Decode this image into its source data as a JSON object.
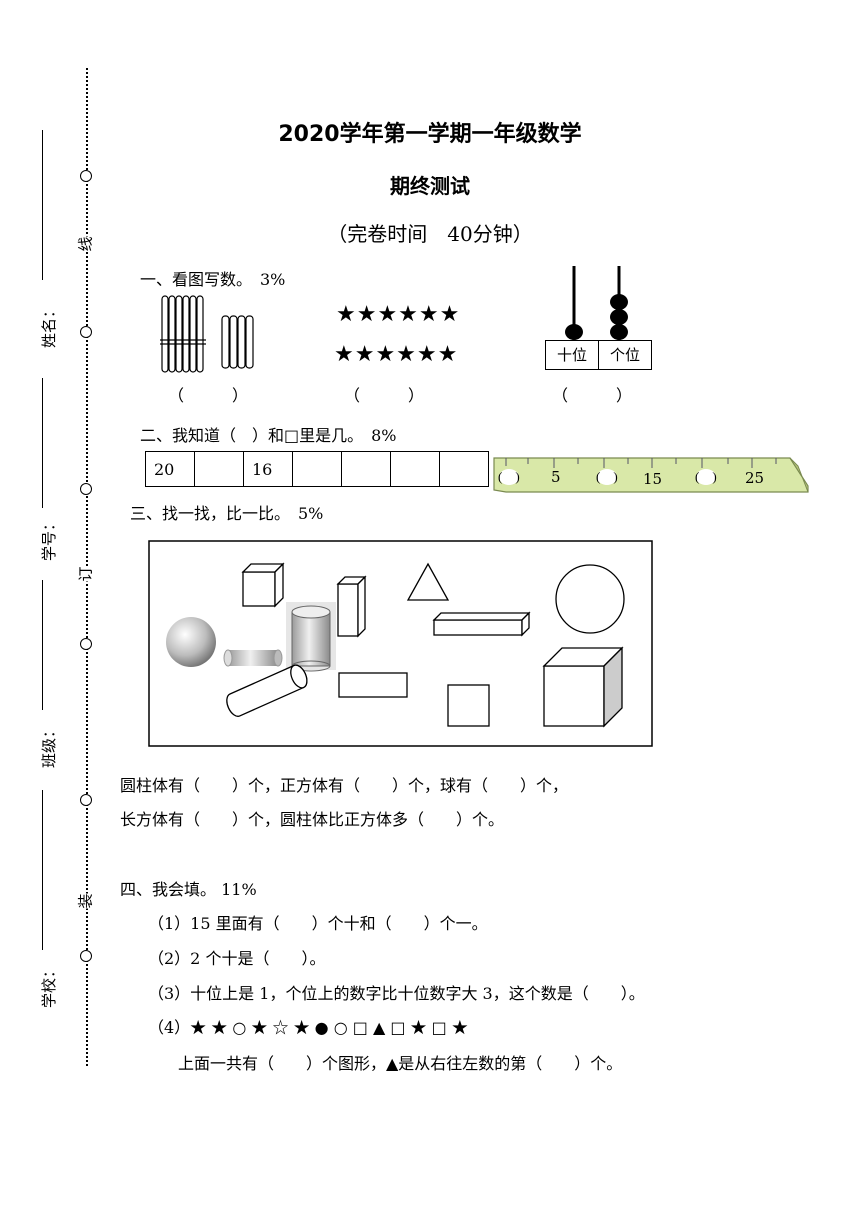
{
  "header": {
    "title": "2020学年第一学期一年级数学",
    "subtitle": "期终测试",
    "time_note": "（完卷时间　40分钟）"
  },
  "margin": {
    "bind_chars": [
      "线",
      "订",
      "装"
    ],
    "labels": [
      "姓名：",
      "学号：",
      "班级：",
      "学校："
    ]
  },
  "q1": {
    "title": "一、看图写数。　3%",
    "stars_row1": "★★★★★★",
    "stars_row2": "★★★★★★",
    "place_tens": "十位",
    "place_ones": "个位",
    "answer_paren": "（　　　）"
  },
  "q2": {
    "title": "二、我知道（　）和□里是几。　8%",
    "cells": [
      "20",
      "",
      "16",
      "",
      "",
      "",
      ""
    ],
    "ruler_labels": [
      "5",
      "15",
      "25"
    ]
  },
  "q3": {
    "title": "三、找一找，比一比。　5%",
    "line1": "圆柱体有（　　）个，正方体有（　　）个，球有（　　）个，",
    "line2": "长方体有（　　）个，圆柱体比正方体多（　　）个。"
  },
  "q4": {
    "title": "四、我会填。 11%",
    "items": [
      "（1）15 里面有（　　）个十和（　　）个一。",
      "（2）2 个十是（　　）。",
      "（3）十位上是 1，个位上的数字比十位数字大 3，这个数是（　　）。",
      "（4）★ ★ ○ ★ ☆ ★ ● ○ □ ▲ □ ★ □ ★"
    ],
    "item4_followup": "上面一共有（　　）个图形，▲是从右往左数的第（　　）个。"
  }
}
